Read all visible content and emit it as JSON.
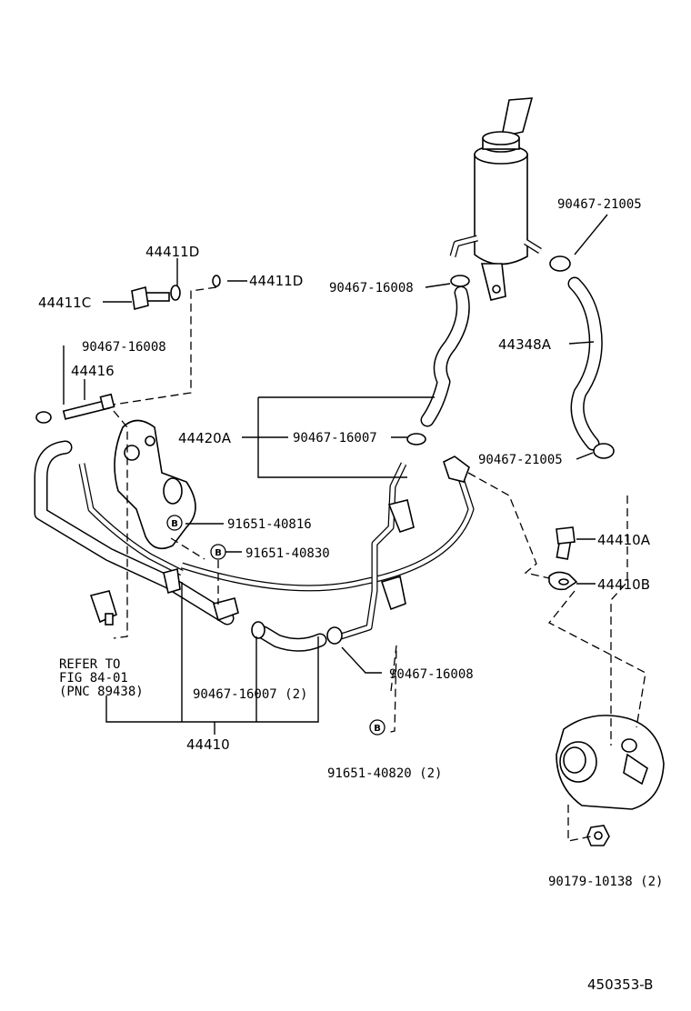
{
  "labels": {
    "p_90467_21005_top": "90467-21005",
    "p_44411D_top": "44411D",
    "p_44411D_right": "44411D",
    "p_90467_16008_top": "90467-16008",
    "p_44411C": "44411C",
    "p_44348A": "44348A",
    "p_90467_16008_left": "90467-16008",
    "p_44416": "44416",
    "p_44420A": "44420A",
    "p_90467_16007_mid": "90467-16007",
    "p_90467_21005_mid": "90467-21005",
    "p_91651_40816": "91651-40816",
    "p_91651_40830": "91651-40830",
    "p_44410A": "44410A",
    "p_44410B": "44410B",
    "p_90467_16008_low": "90467-16008",
    "refer_line1": "REFER TO",
    "refer_line2": "FIG 84-01",
    "refer_line3": "(PNC 89438)",
    "p_90467_16007_2": "90467-16007 (2)",
    "p_44410": "44410",
    "p_91651_40820_2": "91651-40820 (2)",
    "p_90179_10138_2": "90179-10138 (2)",
    "figure_code": "450353-B"
  },
  "badges": {
    "b1": "B",
    "b2": "B",
    "b3": "B"
  }
}
